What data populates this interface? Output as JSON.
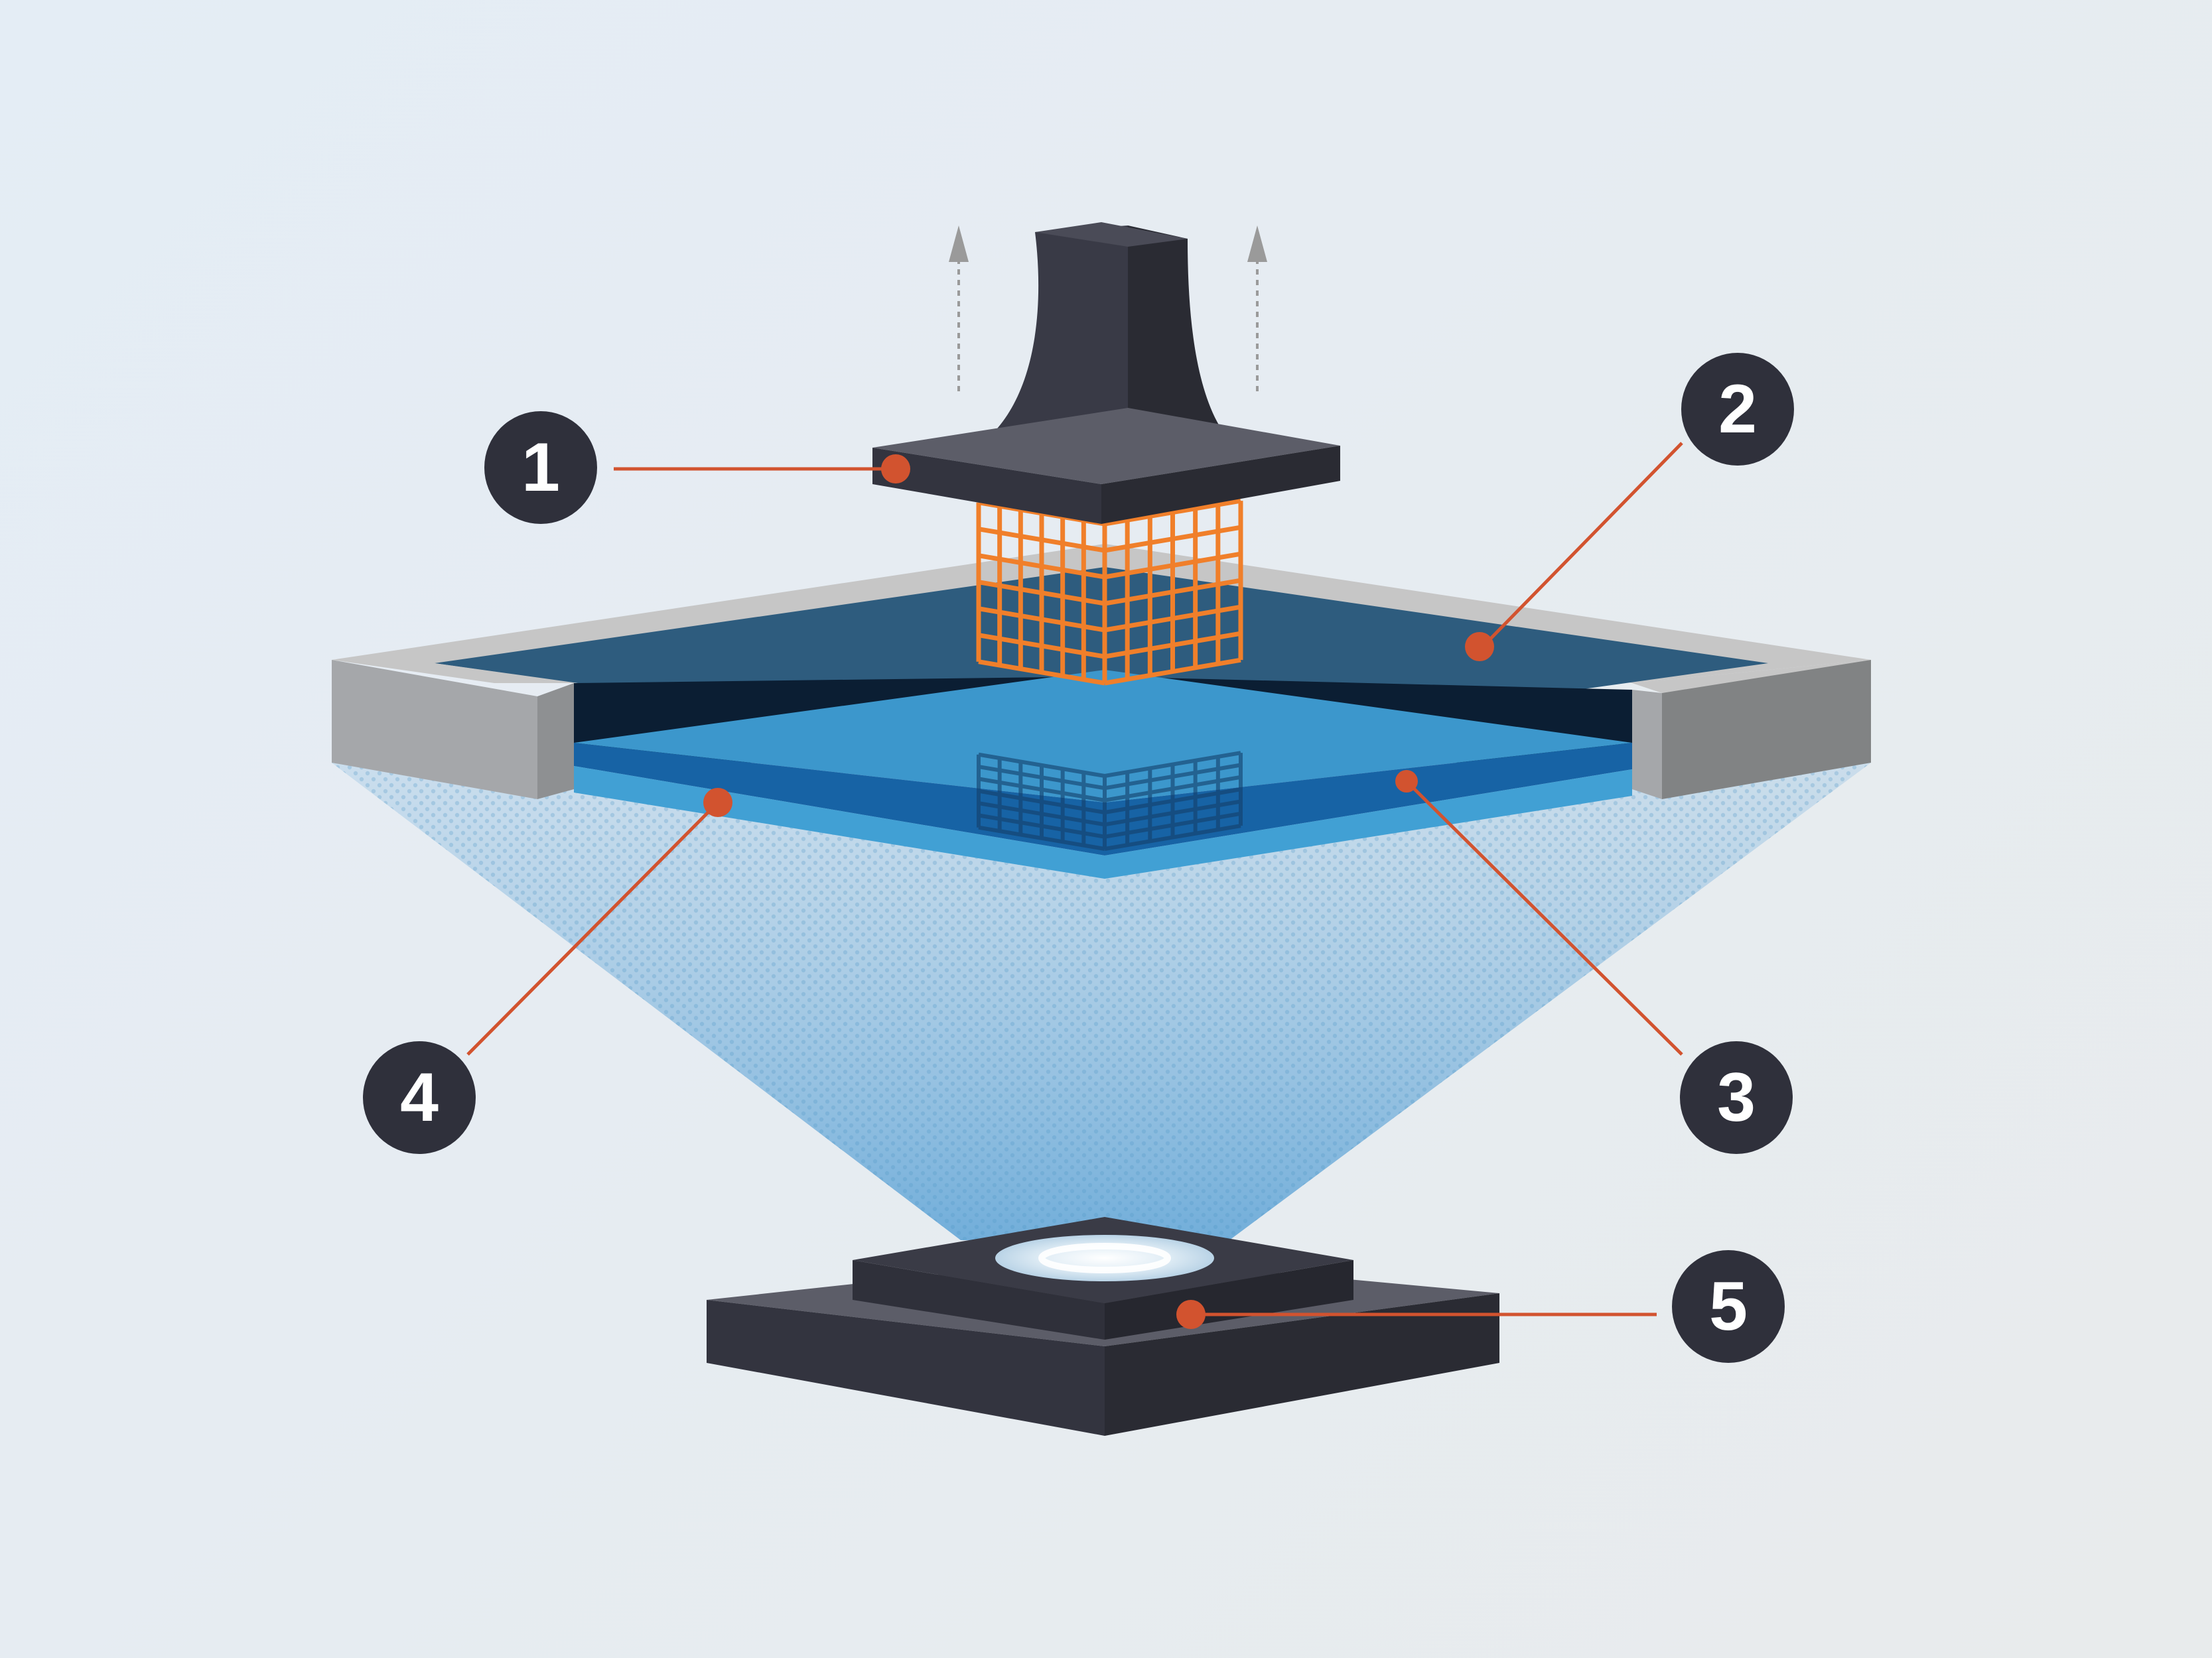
{
  "colors": {
    "background": "#e5edf3",
    "dark": "#33343f",
    "dark_side": "#2a2b33",
    "dark_top": "#5c5d68",
    "callout_circle": "#2f303b",
    "leader_line": "#d2532f",
    "leader_dot": "#d2532f",
    "lattice": "#f07f2a",
    "resin_top": "#2e5c7e",
    "resin_deep": "#0b1e33",
    "window_light": "#3c97cc",
    "window_mid": "#1763a5",
    "window_bottom": "#41a0d4",
    "vat_frame_top": "#c6c6c6",
    "vat_frame_front": "#a5a7aa",
    "vat_frame_side": "#818384",
    "light_beam": "#8fbfe0",
    "arrow": "#9a9a9a"
  },
  "icons": {
    "lift_arrow": "up-arrow-icon",
    "callout": "numbered-circle-icon"
  },
  "callouts": [
    {
      "label": "1"
    },
    {
      "label": "2"
    },
    {
      "label": "3"
    },
    {
      "label": "4"
    },
    {
      "label": "5"
    }
  ]
}
